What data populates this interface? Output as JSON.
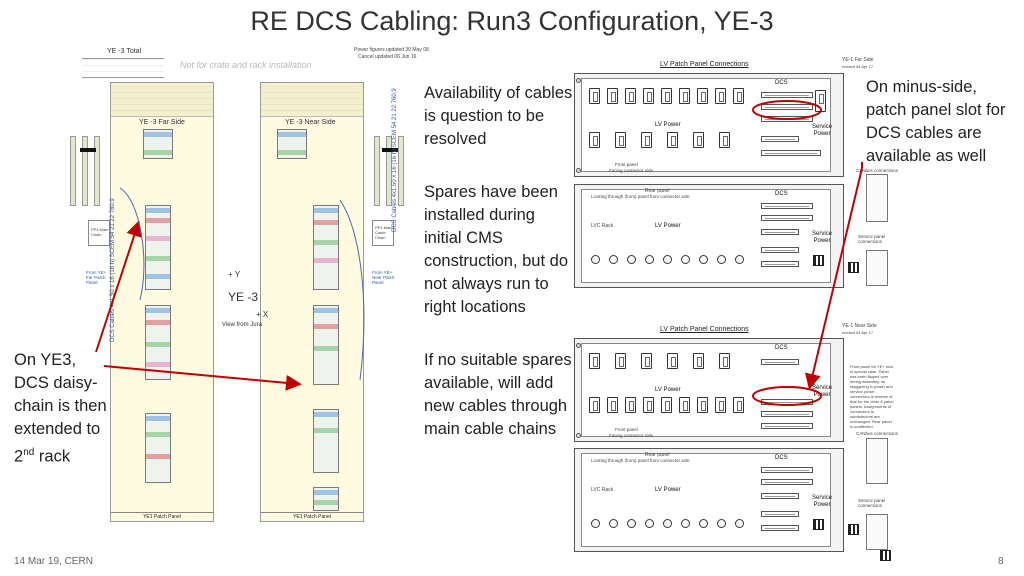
{
  "title": "RE DCS Cabling: Run3 Configuration, YE-3",
  "schematic": {
    "total_header": "YE -3 Total",
    "power_note_1": "Power figures updated 30 May 08",
    "power_note_2": "Cancel updated 06 Jun 16",
    "watermark": "Not for crate and rack installation",
    "far_side_label": "YE -3 Far Side",
    "near_side_label": "YE -3 Near Side",
    "axis_y": "+ Y",
    "axis_x": "+ X",
    "axis_name": "YE -3",
    "view_label": "View from Jura",
    "rack_footer_left": "YE1 Patch Panel",
    "rack_footer_right": "YE1 Patch Panel",
    "dcs_cables_left": "DCS Cables 4x1.50 x 16 (16 h) SCEM 54 21 22 760.9",
    "dcs_cables_right": "DCS Cables 4x1.50 x 16 (16 h) SCEM 54 21 22 760.9",
    "from_ye_far": "From YE+ Far Patch Panel",
    "from_ye_near": "From YE+ Near Patch Panel",
    "pp_label_left": "PP4 Main Chain",
    "pp_label_right": "PP4 Main Cable Chain"
  },
  "mid_notes": {
    "p1": "Availability of cables is question to be resolved",
    "p2": "Spares have been installed during initial CMS construction, but do not always run to right locations",
    "p3": "If no suitable spares available, will add new cables through main cable chains"
  },
  "left_note": {
    "line": "On YE3, DCS daisy-chain is then extended to 2",
    "sup": "nd",
    "tail": " rack"
  },
  "right_note": "On minus-side, patch panel slot for DCS cables are available as well",
  "far_panel": {
    "title": "LV Patch Panel Connections",
    "tag_1": "YE-1 Far Side",
    "tag_2": "revised 04 Apr 17",
    "dcs": "DCS",
    "lv_power": "LV Power",
    "service_power": "Service Power",
    "front_panel_1": "Front panel",
    "front_panel_2": "Facing connector side",
    "rear_panel": "Rear panel",
    "rear_panel_sub": "Looking through (from) panel from connector side",
    "lvc_rack": "LVC Rack",
    "service_note": "Service panel connections",
    "canbus": "CANbus connections"
  },
  "near_panel": {
    "title": "LV Patch Panel Connections",
    "tag_1": "YE-1 Near Side",
    "tag_2": "revised 04 Apr 17",
    "dcs": "DCS",
    "lv_power": "LV Power",
    "service_power": "Service Power",
    "front_panel_1": "Front panel",
    "front_panel_2": "Facing connector side",
    "rear_panel": "Rear panel",
    "rear_panel_sub": "Looking through (from) panel from connector side",
    "lvc_rack": "LVC Rack",
    "service_note": "Service panel connections",
    "canbus": "CANbus connections",
    "side_note": "Front panel for YE+ now in special case. Panel has been flipped over during assembly, so staggering in power and service power connectors is reverse of that for the other 6 patch panels. Assignments of connectors to subdetectors are unchanged. Rear panel is unaffected."
  },
  "footer": {
    "date": "14 Mar 19, CERN",
    "page": "8"
  },
  "colors": {
    "arrow": "#c00000",
    "rack_fill": "#fffbe0",
    "crate_blue": "#9fc3e7",
    "crate_red": "#e3a0a0",
    "crate_green": "#a6d4a6",
    "crate_pink": "#e8b4d0"
  }
}
